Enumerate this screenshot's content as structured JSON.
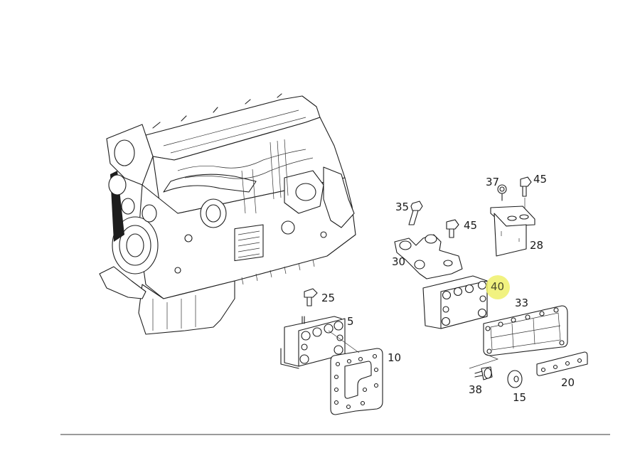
{
  "diagram": {
    "type": "exploded parts diagram",
    "subject": "engine with mounting parts",
    "highlight_color": "#eef06a",
    "divider_color": "#9b9b9b",
    "callouts": [
      {
        "id": "5",
        "label": "5",
        "part": "engine mount (front-left)",
        "highlighted": false
      },
      {
        "id": "10",
        "label": "10",
        "part": "gasket plate",
        "highlighted": false
      },
      {
        "id": "15",
        "label": "15",
        "part": "washer",
        "highlighted": false
      },
      {
        "id": "20",
        "label": "20",
        "part": "shim strip",
        "highlighted": false
      },
      {
        "id": "25",
        "label": "25",
        "part": "flange bolt",
        "highlighted": false
      },
      {
        "id": "28",
        "label": "28",
        "part": "bracket",
        "highlighted": false
      },
      {
        "id": "30",
        "label": "30",
        "part": "mounting bracket",
        "highlighted": false
      },
      {
        "id": "33",
        "label": "33",
        "part": "gasket plate",
        "highlighted": false
      },
      {
        "id": "35",
        "label": "35",
        "part": "hex bolt",
        "highlighted": false
      },
      {
        "id": "37",
        "label": "37",
        "part": "nut",
        "highlighted": false
      },
      {
        "id": "38",
        "label": "38",
        "part": "flange bolt",
        "highlighted": false
      },
      {
        "id": "40",
        "label": "40",
        "part": "engine mount (rear-right)",
        "highlighted": true
      },
      {
        "id": "45a",
        "label": "45",
        "part": "flange bolt",
        "highlighted": false
      },
      {
        "id": "45b",
        "label": "45",
        "part": "flange bolt",
        "highlighted": false
      }
    ]
  }
}
